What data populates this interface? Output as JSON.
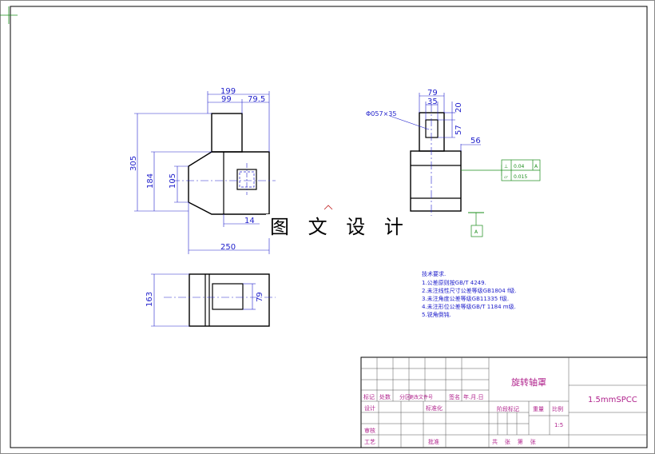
{
  "watermark": "图 文 设 计",
  "front_view": {
    "dims": {
      "d199": "199",
      "d99": "99",
      "d79_5": "79.5",
      "d305": "305",
      "d184": "184",
      "d105": "105",
      "d14": "14",
      "d250": "250"
    }
  },
  "side_view": {
    "dims": {
      "d79": "79",
      "d35": "35",
      "d20": "20",
      "d57": "57",
      "d56": "56"
    },
    "hole_callout": "Φ057×35",
    "tolerance_frame": {
      "row1": {
        "symbol": "⊥",
        "value": "0.04",
        "datum": "A"
      },
      "row2": {
        "symbol": "⏥",
        "value": "0.015"
      }
    },
    "datum_label": "A"
  },
  "top_view": {
    "dims": {
      "d163": "163",
      "d79": "79"
    }
  },
  "technical_notes": {
    "title": "技术要求.",
    "items": [
      "1.公差原则按GB/T 4249.",
      "2.未注线性尺寸公差等级GB1804 f级.",
      "3.未注角度公差等级GB11335 f级.",
      "4.未注形位公差等级GB/T 1184 m级.",
      "5.锐角倒钝."
    ]
  },
  "title_block": {
    "part_name": "旋转轴罩",
    "material": "1.5mmSPCC",
    "headers": [
      "标记",
      "处数",
      "分区",
      "更改文件号",
      "签名",
      "年.月.日"
    ],
    "designer_label": "设计",
    "standardize_label": "标准化",
    "review_label": "审核",
    "process_label": "工艺",
    "approve_label": "批准",
    "stage_label": "阶段标记",
    "weight_label": "重量",
    "scale_label": "比例",
    "scale_value": "1:5",
    "sheets_label": "共    张    第    张"
  }
}
